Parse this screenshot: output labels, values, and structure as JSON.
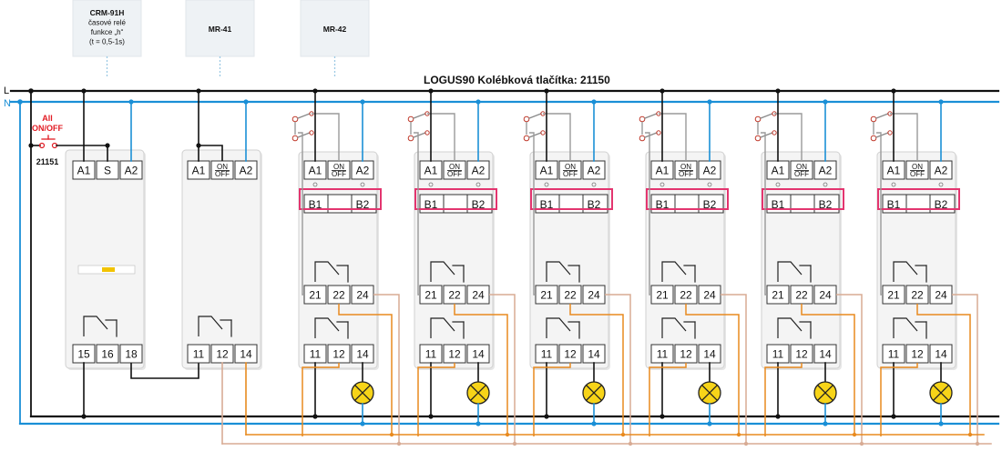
{
  "title": "LOGUS90 Kolébková tlačítka: 21150",
  "bus": {
    "l_label": "L",
    "n_label": "N"
  },
  "colors": {
    "l_wire": "#111111",
    "n_wire": "#1a8fd6",
    "grey_wire": "#9a9a9a",
    "orange_wire": "#e88a1f",
    "salmon_wire": "#d8ab94",
    "bus_module": "#e3356f",
    "all_onoff": "#e21b23",
    "lamp_fill": "#f7d418",
    "callout_line": "#9cc9e4"
  },
  "callouts": [
    {
      "id": "crm",
      "lines": [
        "CRM-91H",
        "časové relé",
        "funkce „h“",
        "(t = 0,5-1s)"
      ]
    },
    {
      "id": "mr41",
      "lines": [
        "MR-41"
      ]
    },
    {
      "id": "mr42",
      "lines": [
        "MR-42"
      ]
    }
  ],
  "all_switch": {
    "label_lines": [
      "All",
      "ON/OFF"
    ],
    "code": "21151"
  },
  "crm_module": {
    "top_terminals": [
      "A1",
      "S",
      "A2"
    ],
    "bottom_terminals": [
      "15",
      "16",
      "18"
    ]
  },
  "mr41_module": {
    "top_terminals": [
      "A1",
      "ON\nOFF",
      "A2"
    ],
    "bottom_terminals": [
      "11",
      "12",
      "14"
    ]
  },
  "mr42_module": {
    "top_terminals": [
      "A1",
      "ON\nOFF",
      "A2"
    ],
    "bus_terminals": [
      "B1",
      "B2"
    ],
    "mid_terminals": [
      "21",
      "22",
      "24"
    ],
    "bottom_terminals": [
      "11",
      "12",
      "14"
    ],
    "count": 6
  }
}
